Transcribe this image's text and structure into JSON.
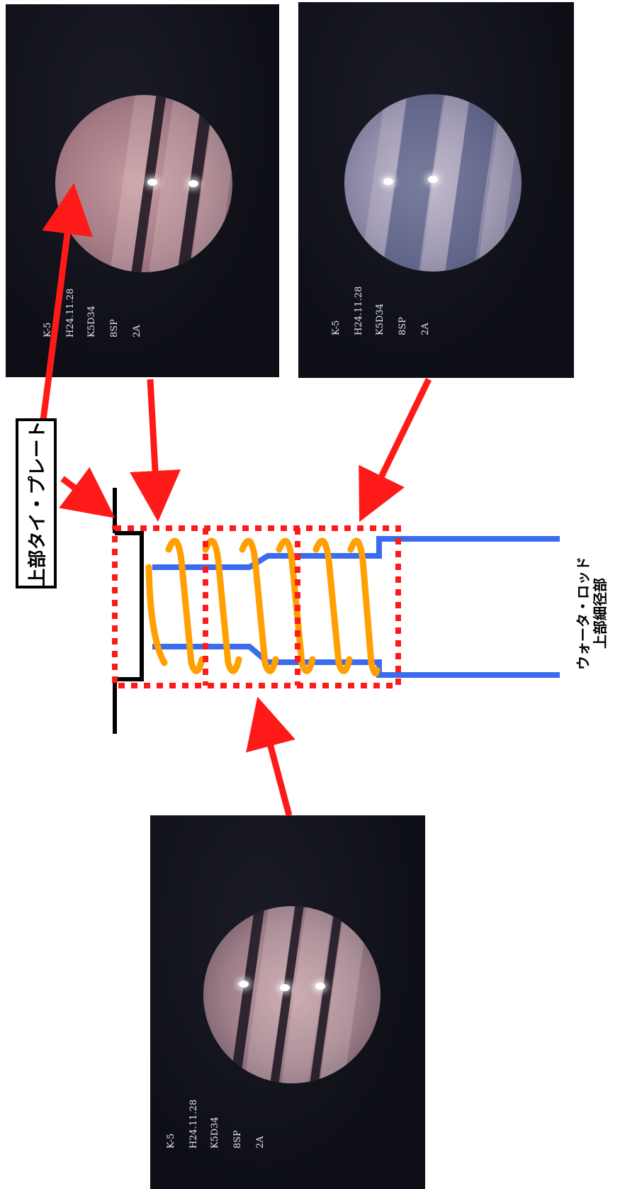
{
  "labels": {
    "tie_plate": "上部タイ・プレート",
    "water_rod_line1": "ウォータ・ロッド",
    "water_rod_line2": "上部細径部"
  },
  "photos": [
    {
      "id": "photo-1",
      "overlay": [
        "K-5",
        "H24.11.28",
        "K5D34",
        "8SP",
        "2A"
      ]
    },
    {
      "id": "photo-2",
      "overlay": [
        "K-5",
        "H24.11.28",
        "K5D34",
        "8SP",
        "2A"
      ]
    },
    {
      "id": "photo-3",
      "overlay": [
        "K-5",
        "H24.11.28",
        "K5D34",
        "8SP",
        "2A"
      ]
    }
  ],
  "colors": {
    "arrow": "#ff1a1a",
    "rod": "#3b6cf0",
    "spring": "#ffa000",
    "dotted_box": "#ff1a1a",
    "tie_plate": "#000000"
  }
}
